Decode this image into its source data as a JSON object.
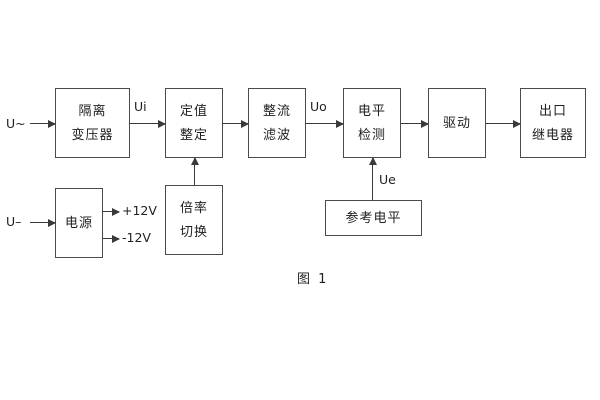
{
  "caption": "图 1",
  "blocks": {
    "transformer": {
      "line1": "隔离",
      "line2": "变压器"
    },
    "setting": {
      "line1": "定值",
      "line2": "整定"
    },
    "rectifier": {
      "line1": "整流",
      "line2": "滤波"
    },
    "level": {
      "line1": "电平",
      "line2": "检测"
    },
    "drive": {
      "line1": "驱动"
    },
    "relay": {
      "line1": "出口",
      "line2": "继电器"
    },
    "power": {
      "line1": "电源"
    },
    "ratio": {
      "line1": "倍率",
      "line2": "切换"
    },
    "reference": {
      "line1": "参考电平"
    }
  },
  "labels": {
    "u_ac": "U~",
    "ui": "Ui",
    "uo": "Uo",
    "ue": "Ue",
    "u_dc": "U–",
    "plus12v": "+12V",
    "minus12v": "-12V"
  },
  "colors": {
    "line": "#3a3a3a",
    "border": "#4a4a4a",
    "text": "#1f1f1f",
    "background": "#ffffff"
  }
}
